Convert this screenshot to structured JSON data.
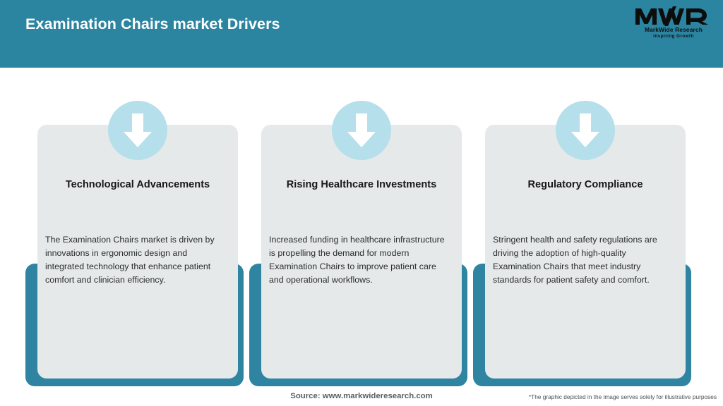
{
  "header": {
    "title": "Examination Chairs market Drivers",
    "band_color": "#2b84a0"
  },
  "logo": {
    "mark_text": "MWR",
    "company": "MarkWide Research",
    "tagline": "Inspiring Growth"
  },
  "theme": {
    "teal": "#2b84a0",
    "card_teal": "#2f85a1",
    "card_gray": "#e6e9ea",
    "badge_blue": "#b5dfeb",
    "arrow_white": "#ffffff"
  },
  "cards": [
    {
      "icon": "arrow-down-icon",
      "title": "Technological Advancements",
      "description": "The Examination Chairs market is driven by innovations in ergonomic design and integrated technology that enhance patient comfort and clinician efficiency."
    },
    {
      "icon": "arrow-down-icon",
      "title": "Rising Healthcare Investments",
      "description": "Increased funding in healthcare infrastructure is propelling the demand for modern Examination Chairs to improve patient care and operational workflows."
    },
    {
      "icon": "arrow-down-icon",
      "title": "Regulatory Compliance",
      "description": "Stringent health and safety regulations are driving the adoption of high-quality Examination Chairs that meet industry standards for patient safety and comfort."
    }
  ],
  "footer": {
    "source": "Source: www.markwideresearch.com",
    "disclaimer": "*The graphic depicted in the image serves solely for illustrative purposes"
  }
}
